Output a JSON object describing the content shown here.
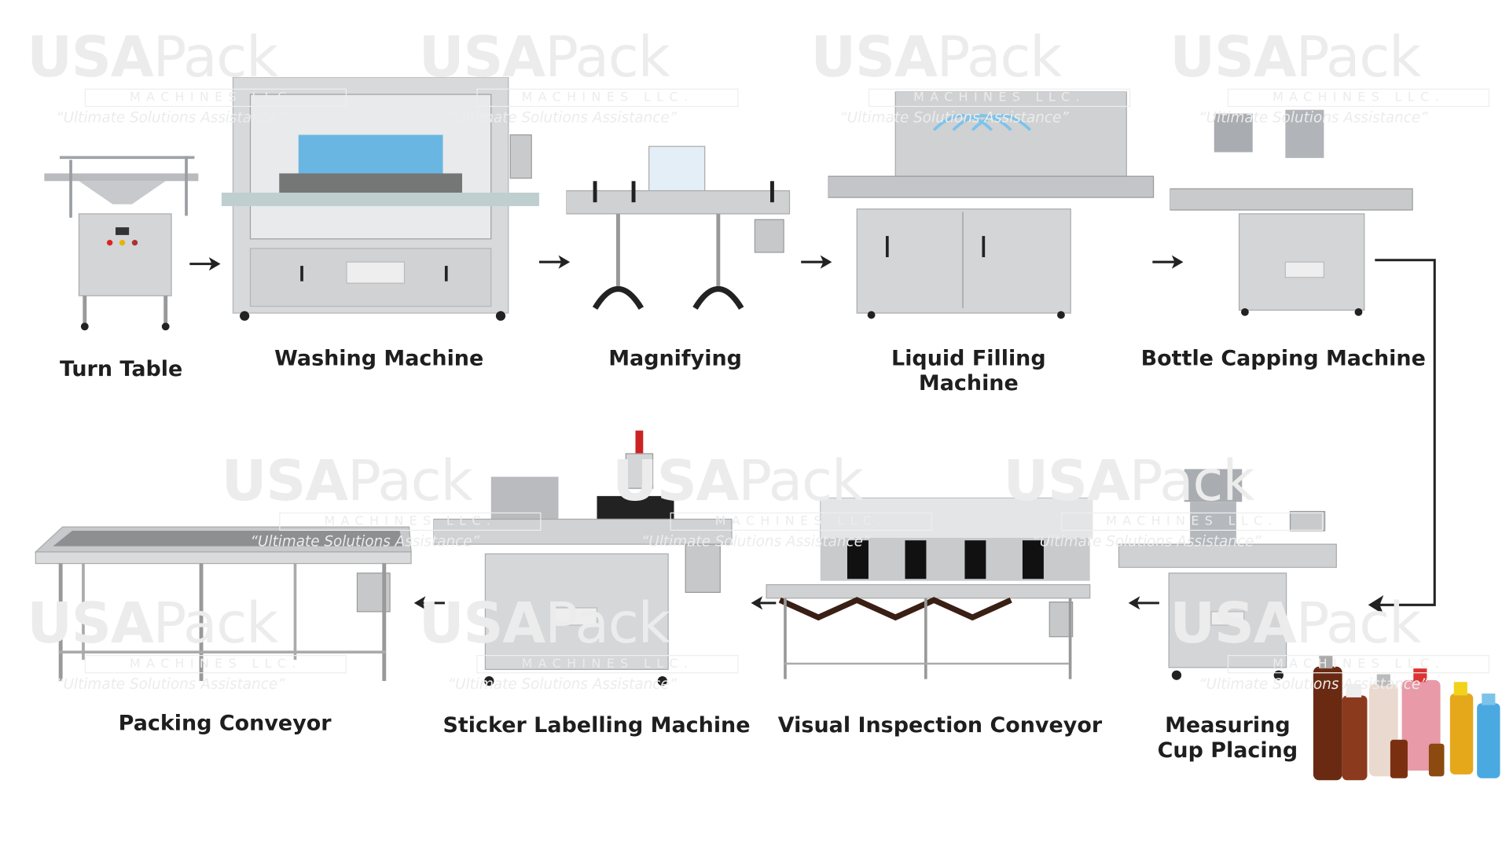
{
  "watermark": {
    "brand_bold": "USA",
    "brand_light": "Pack",
    "sub": "MACHINES LLC.",
    "tagline": "“Ultimate Solutions Assistance”"
  },
  "steps": [
    {
      "label": "Turn Table"
    },
    {
      "label": "Washing Machine"
    },
    {
      "label": "Magnifying"
    },
    {
      "label": "Liquid Filling",
      "label2": "Machine"
    },
    {
      "label": "Bottle Capping Machine"
    },
    {
      "label": "Measuring",
      "label2": "Cup Placing"
    },
    {
      "label": "Visual Inspection Conveyor"
    },
    {
      "label": "Sticker Labelling Machine"
    },
    {
      "label": "Packing Conveyor"
    }
  ],
  "colors": {
    "steel": "#c9cbcd",
    "steel_dark": "#8e9196",
    "text": "#1e1e1e",
    "accent_blue": "#4aa9e0",
    "logo_red": "#d9262e"
  }
}
